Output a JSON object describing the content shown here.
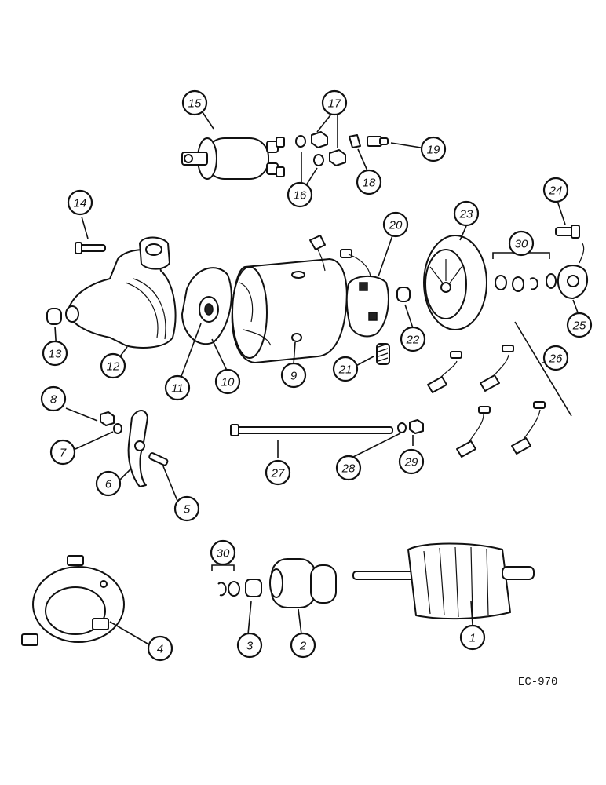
{
  "figure": {
    "reference_code": "EC-970"
  },
  "callouts": [
    {
      "id": "c1",
      "label": "1"
    },
    {
      "id": "c2",
      "label": "2"
    },
    {
      "id": "c3",
      "label": "3"
    },
    {
      "id": "c4",
      "label": "4"
    },
    {
      "id": "c5",
      "label": "5"
    },
    {
      "id": "c6",
      "label": "6"
    },
    {
      "id": "c7",
      "label": "7"
    },
    {
      "id": "c8",
      "label": "8"
    },
    {
      "id": "c9",
      "label": "9"
    },
    {
      "id": "c10",
      "label": "10"
    },
    {
      "id": "c11",
      "label": "11"
    },
    {
      "id": "c12",
      "label": "12"
    },
    {
      "id": "c13",
      "label": "13"
    },
    {
      "id": "c14",
      "label": "14"
    },
    {
      "id": "c15",
      "label": "15"
    },
    {
      "id": "c16",
      "label": "16"
    },
    {
      "id": "c17",
      "label": "17"
    },
    {
      "id": "c18",
      "label": "18"
    },
    {
      "id": "c19",
      "label": "19"
    },
    {
      "id": "c20",
      "label": "20"
    },
    {
      "id": "c21",
      "label": "21"
    },
    {
      "id": "c22",
      "label": "22"
    },
    {
      "id": "c23",
      "label": "23"
    },
    {
      "id": "c24",
      "label": "24"
    },
    {
      "id": "c25",
      "label": "25"
    },
    {
      "id": "c26",
      "label": "26"
    },
    {
      "id": "c27",
      "label": "27"
    },
    {
      "id": "c28",
      "label": "28"
    },
    {
      "id": "c29",
      "label": "29"
    },
    {
      "id": "c30a",
      "label": "30"
    },
    {
      "id": "c30b",
      "label": "30"
    }
  ]
}
